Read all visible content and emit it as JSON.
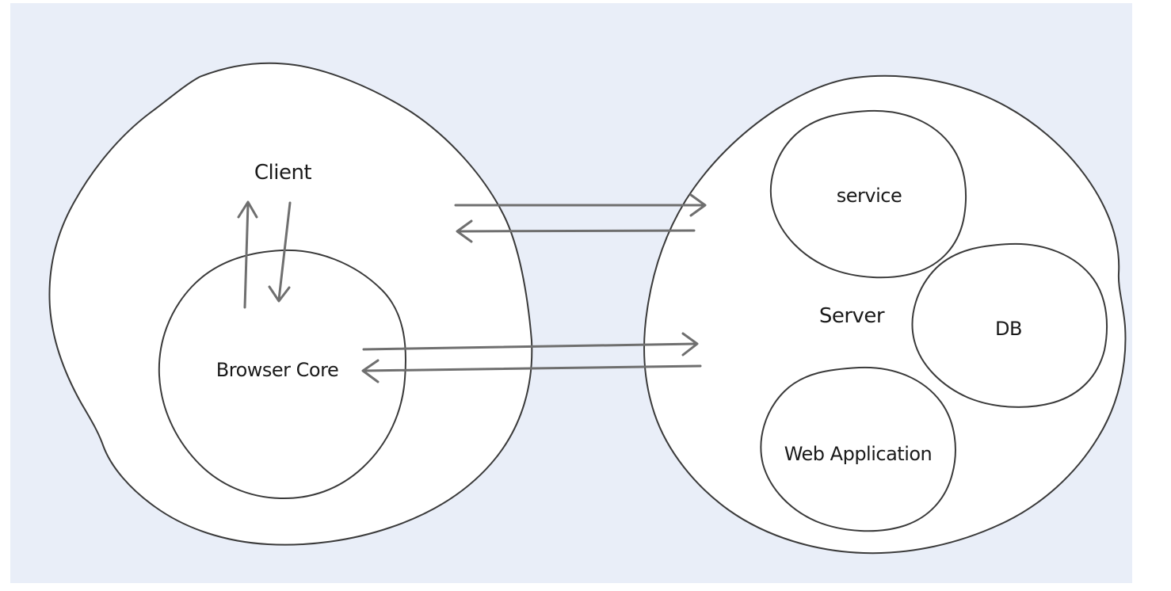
{
  "colors": {
    "page": "#ffffff",
    "canvas": "#e9eef8",
    "shape_fill": "#ffffff",
    "outline": "#3a3a3a",
    "arrow": "#6f6f6f",
    "text": "#1a1a1a"
  },
  "labels": {
    "client": "Client",
    "browser_core": "Browser Core",
    "server": "Server",
    "service": "service",
    "db": "DB",
    "web_application": "Web Application"
  },
  "nodes": [
    {
      "id": "client",
      "label": "Client",
      "type": "blob",
      "contains": [
        "browser_core"
      ]
    },
    {
      "id": "browser_core",
      "label": "Browser Core",
      "type": "circle",
      "parent": "client"
    },
    {
      "id": "server",
      "label": "Server",
      "type": "blob",
      "contains": [
        "service",
        "db",
        "web_application"
      ]
    },
    {
      "id": "service",
      "label": "service",
      "type": "circle",
      "parent": "server"
    },
    {
      "id": "db",
      "label": "DB",
      "type": "circle",
      "parent": "server"
    },
    {
      "id": "web_application",
      "label": "Web Application",
      "type": "circle",
      "parent": "server"
    }
  ],
  "arrows": [
    {
      "from": "browser_core",
      "to": "client",
      "direction": "up"
    },
    {
      "from": "client",
      "to": "browser_core",
      "direction": "down"
    },
    {
      "from": "client",
      "to": "server",
      "direction": "right"
    },
    {
      "from": "server",
      "to": "client",
      "direction": "left"
    },
    {
      "from": "browser_core",
      "to": "server",
      "direction": "right"
    },
    {
      "from": "server",
      "to": "browser_core",
      "direction": "left"
    }
  ]
}
